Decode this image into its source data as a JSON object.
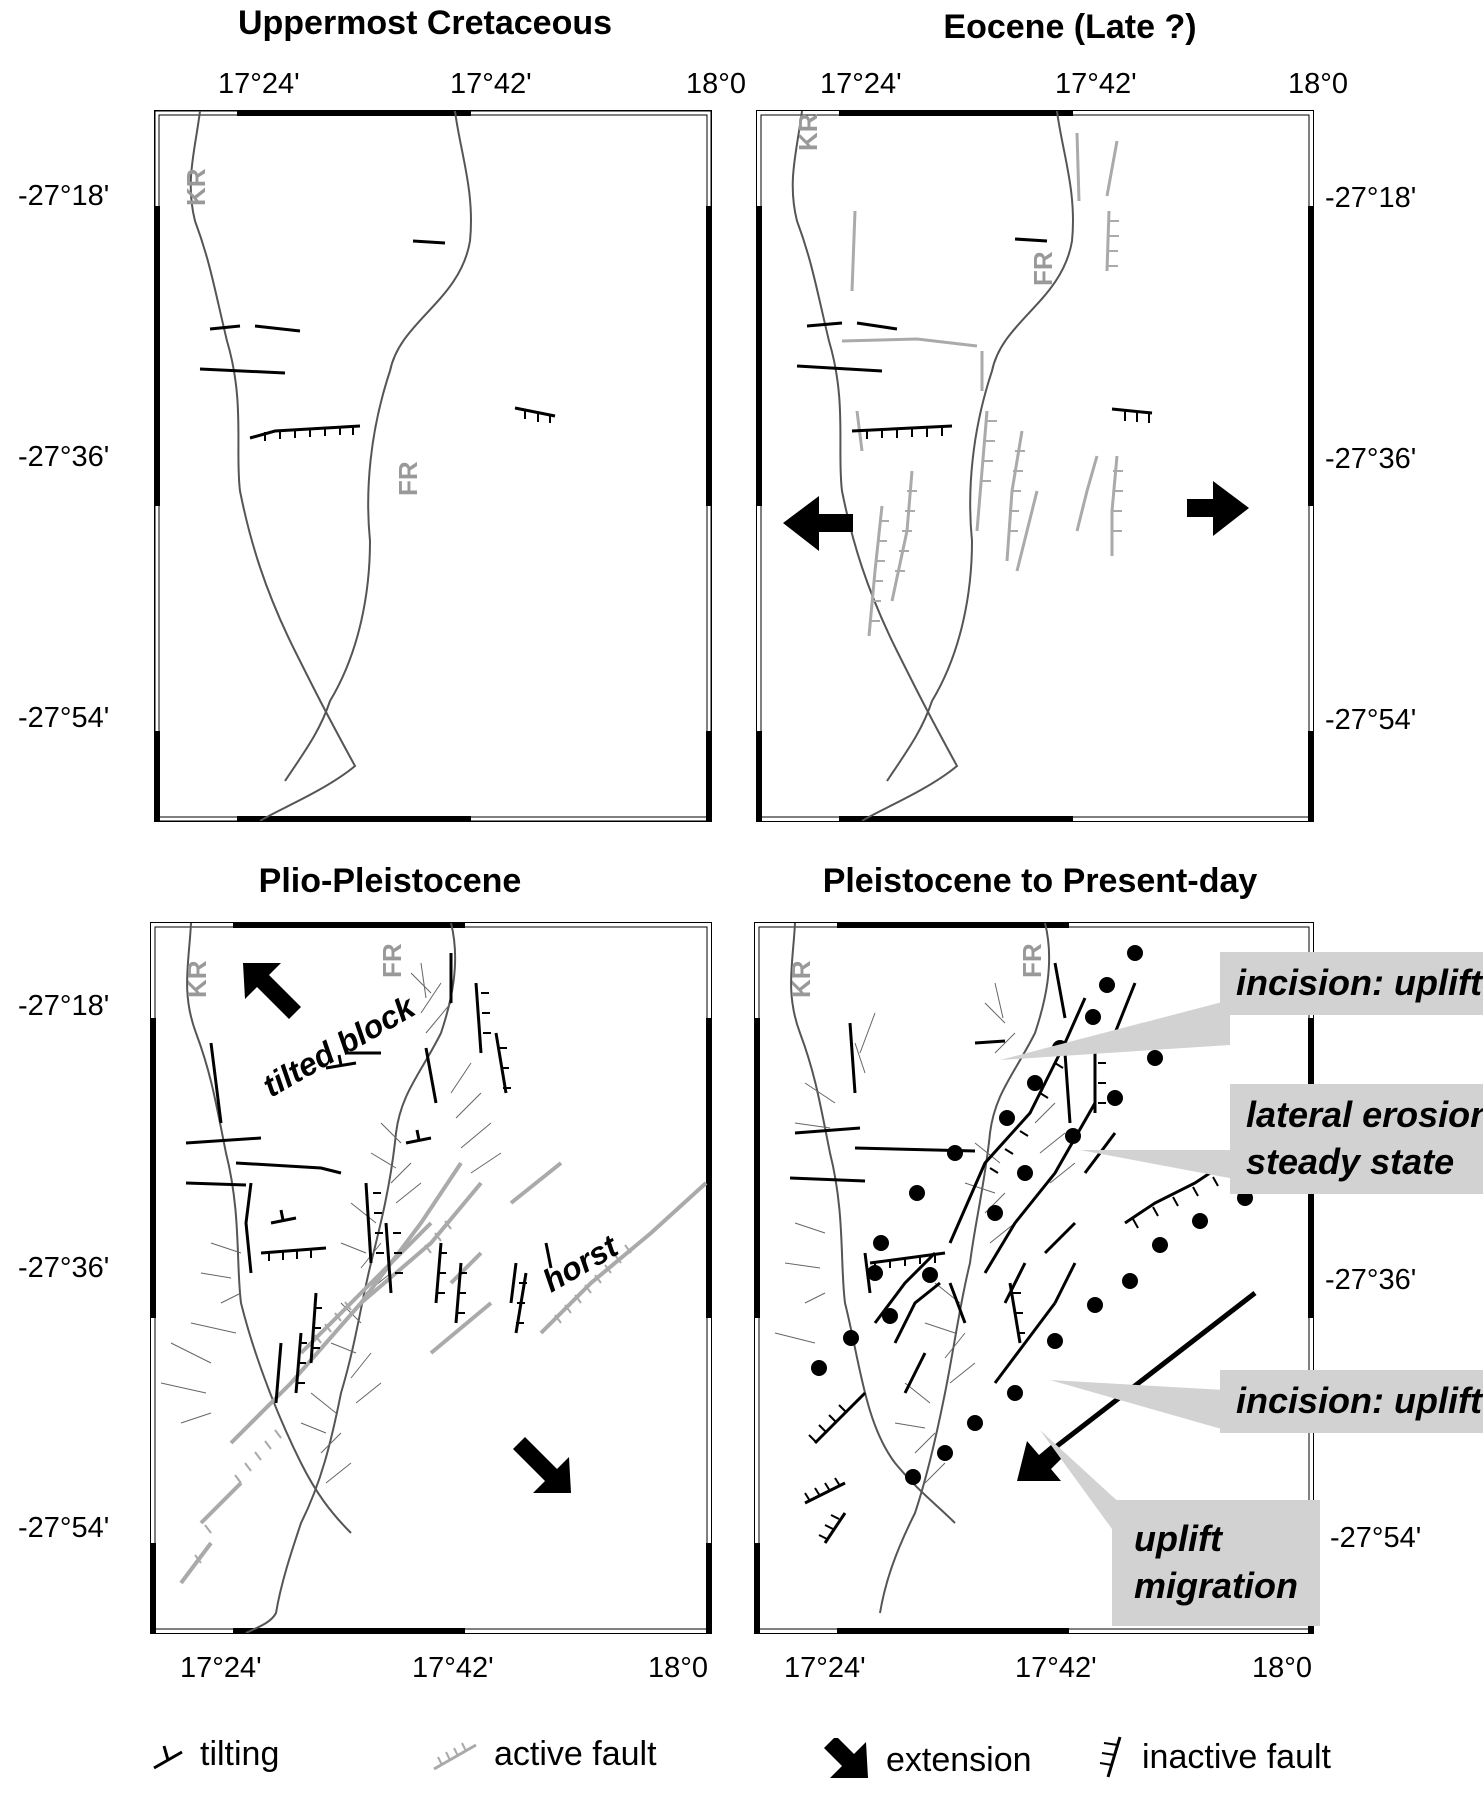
{
  "panels": [
    {
      "title": "Uppermost Cretaceous",
      "top_lon": [
        "17°24'",
        "17°42'",
        "18°0"
      ],
      "lat": [
        "-27°18'",
        "-27°36'",
        "-27°54'"
      ],
      "labels": [
        "KR",
        "FR"
      ]
    },
    {
      "title": "Eocene (Late ?)",
      "top_lon": [
        "17°24'",
        "17°42'",
        "18°0"
      ],
      "lat": [
        "-27°18'",
        "-27°36'",
        "-27°54'"
      ],
      "labels": [
        "KR",
        "FR"
      ]
    },
    {
      "title": "Plio-Pleistocene",
      "bottom_lon": [
        "17°24'",
        "17°42'",
        "18°0"
      ],
      "lat": [
        "-27°18'",
        "-27°36'",
        "-27°54'"
      ],
      "labels": [
        "KR",
        "FR",
        "tilted block",
        "horst"
      ]
    },
    {
      "title": "Pleistocene to Present-day",
      "bottom_lon": [
        "17°24'",
        "17°42'",
        "18°0"
      ],
      "lat": [
        "-27°36'",
        "-27°54'"
      ],
      "labels": [
        "KR",
        "FR"
      ]
    }
  ],
  "callouts": {
    "incision1": "incision: uplift",
    "lateral_line1": "lateral erosion",
    "lateral_line2": "steady state",
    "incision2": "incision: uplift",
    "uplift_line1": "uplift",
    "uplift_line2": "migration"
  },
  "legend": {
    "tilting": "tilting",
    "active_fault": "active fault",
    "extension": "extension",
    "inactive_fault": "inactive fault"
  },
  "colors": {
    "active_fault": "#aaaaaa",
    "inactive_fault": "#000000",
    "river": "#666666",
    "callout_bg": "#d2d2d2"
  }
}
